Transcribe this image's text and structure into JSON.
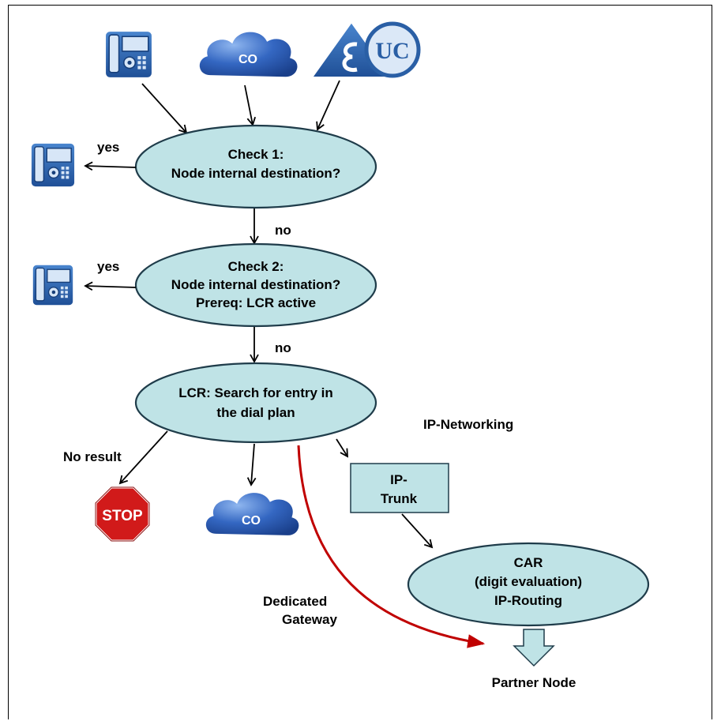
{
  "nodes": {
    "check1": {
      "line1": "Check 1:",
      "line2": "Node internal destination?"
    },
    "check2": {
      "line1": "Check 2:",
      "line2": "Node internal destination?",
      "line3": "Prereq: LCR active"
    },
    "lcr": {
      "line1": "LCR: Search for entry in",
      "line2": "the dial plan"
    },
    "ip_trunk": {
      "line1": "IP-",
      "line2": "Trunk"
    },
    "car": {
      "line1": "CAR",
      "line2": "(digit evaluation)",
      "line3": "IP-Routing"
    }
  },
  "edge_labels": {
    "yes1": "yes",
    "no1": "no",
    "yes2": "yes",
    "no2": "no",
    "no_result": "No result",
    "ip_networking": "IP-Networking",
    "dedicated_gateway_1": "Dedicated",
    "dedicated_gateway_2": "Gateway",
    "partner_node": "Partner Node"
  },
  "icons": {
    "co_top": "CO",
    "co_bottom": "CO",
    "uc": "UC",
    "stop": "STOP"
  },
  "colors": {
    "node_fill": "#bfe3e6",
    "node_stroke": "#1f3c4a",
    "icon_blue": "#2a5fa5",
    "gateway_arrow": "#c00000",
    "stop_red": "#d11a1a"
  }
}
